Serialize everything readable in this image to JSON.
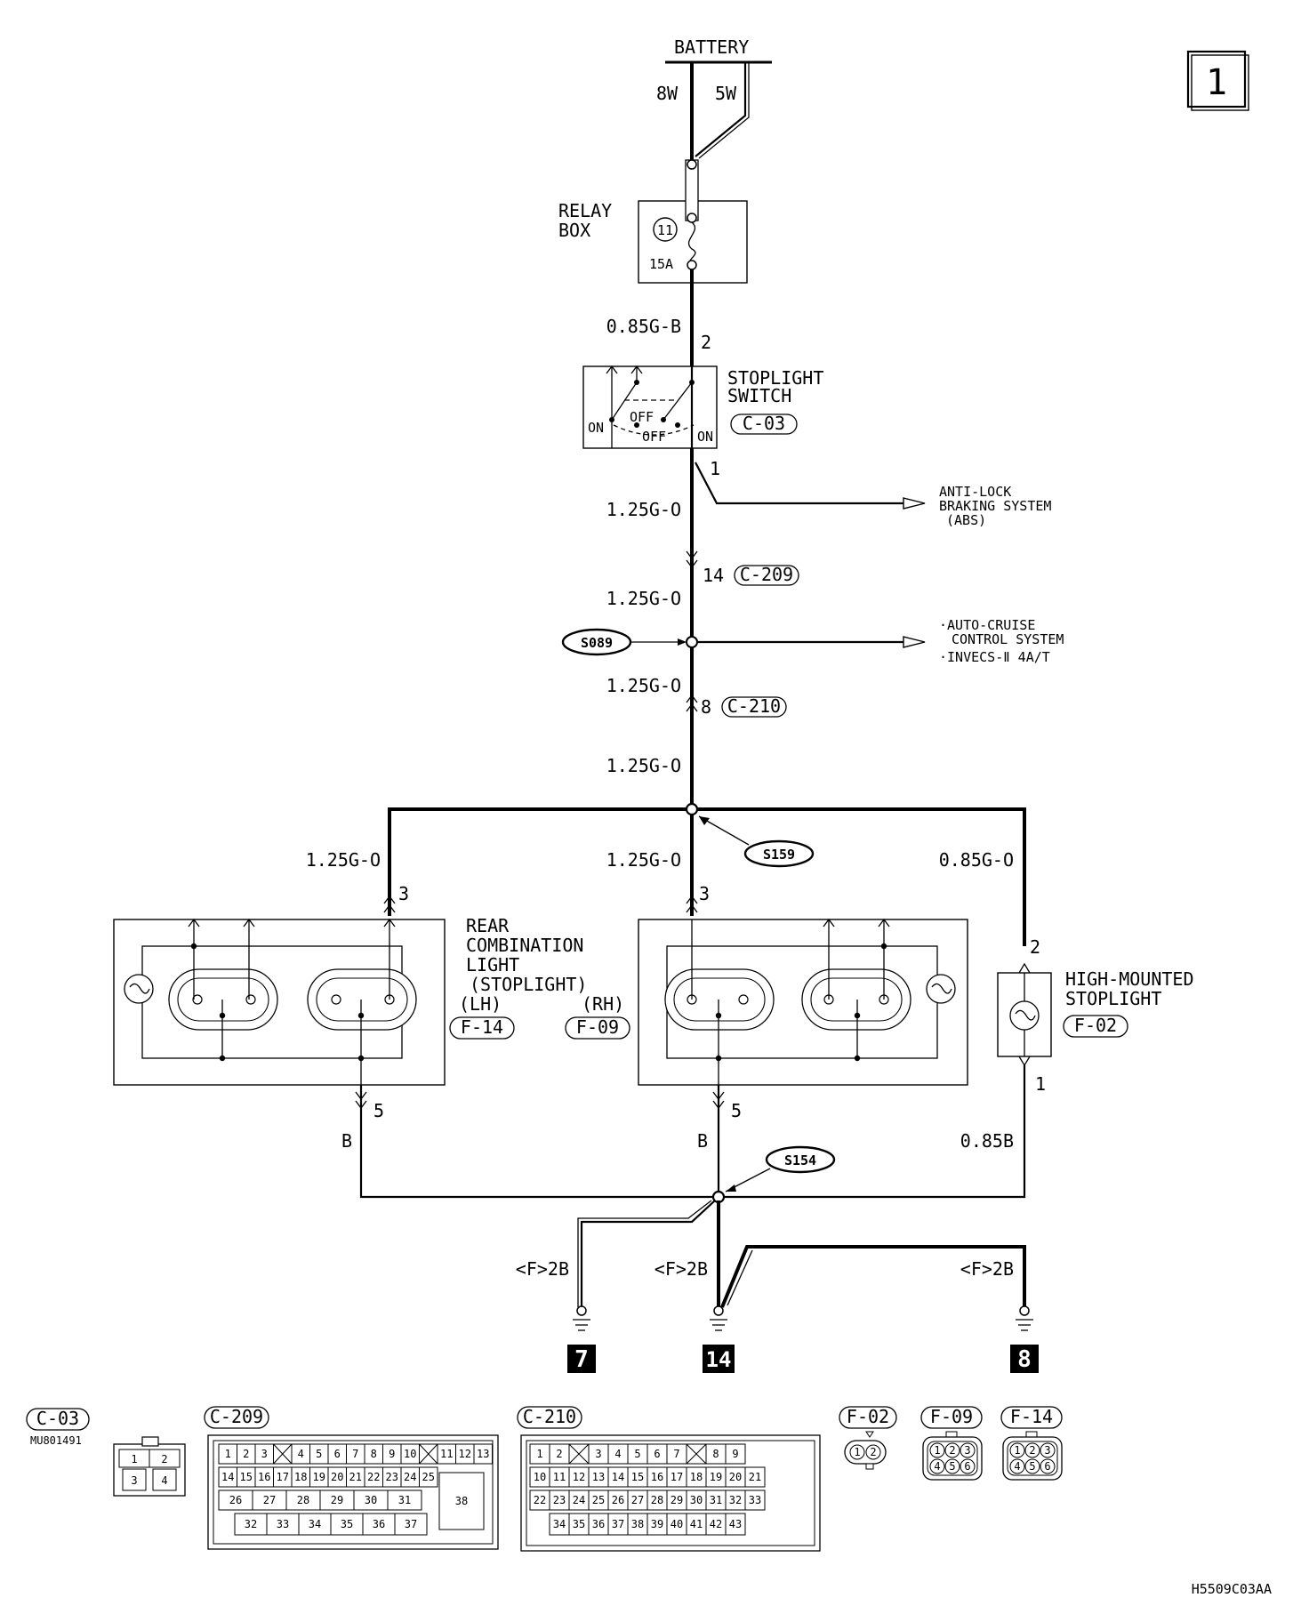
{
  "page_number": "1",
  "diagram_code": "H5509C03AA",
  "battery": {
    "label": "BATTERY",
    "wire_left": "8W",
    "wire_right": "5W"
  },
  "relay_box": {
    "label_line1": "RELAY",
    "label_line2": "BOX",
    "fuse_number": "11",
    "fuse_rating": "15A"
  },
  "stoplight_switch": {
    "label_line1": "STOPLIGHT",
    "label_line2": "SWITCH",
    "connector": "C-03",
    "pin_in": "2",
    "pin_out": "1",
    "state_on_left": "ON",
    "state_off_upper": "OFF",
    "state_off_lower": "OFF",
    "state_on_right": "ON"
  },
  "wires": {
    "fuse_to_switch": "0.85G-B",
    "switch_to_c209": "1.25G-O",
    "c209_to_splice": "1.25G-O",
    "splice_to_c210": "1.25G-O",
    "c210_to_s159": "1.25G-O",
    "to_lh": "1.25G-O",
    "to_rh": "1.25G-O",
    "to_high_mount": "0.85G-O",
    "lh_ground": "B",
    "rh_ground": "B",
    "high_mount_ground": "0.85B",
    "ground_left": "<F>2B",
    "ground_center": "<F>2B",
    "ground_right": "<F>2B"
  },
  "abs_output": {
    "line1": "ANTI-LOCK",
    "line2": "BRAKING SYSTEM",
    "line3": "(ABS)"
  },
  "cruise_output": {
    "line1": "·AUTO-CRUISE",
    "line2": "CONTROL SYSTEM",
    "line3": "·INVECS-Ⅱ 4A/T"
  },
  "connectors": {
    "c209_pin": "14",
    "c209": "C-209",
    "c210_pin": "8",
    "c210": "C-210"
  },
  "splices": {
    "s089": "S089",
    "s159": "S159",
    "s154": "S154"
  },
  "rear_light": {
    "line1": "REAR",
    "line2": "COMBINATION",
    "line3": "LIGHT",
    "line4": "(STOPLIGHT)",
    "lh": "(LH)",
    "rh": "(RH)",
    "lh_connector": "F-14",
    "rh_connector": "F-09",
    "lh_pin_in": "3",
    "lh_pin_out": "5",
    "rh_pin_in": "3",
    "rh_pin_out": "5"
  },
  "high_mount": {
    "line1": "HIGH-MOUNTED",
    "line2": "STOPLIGHT",
    "connector": "F-02",
    "pin_in": "2",
    "pin_out": "1"
  },
  "grounds": {
    "left": "7",
    "center": "14",
    "right": "8"
  },
  "connector_views": {
    "c03": {
      "label": "C-03",
      "part": "MU801491",
      "pins": [
        "1",
        "2",
        "3",
        "4"
      ]
    },
    "c209": {
      "label": "C-209",
      "row1": [
        "1",
        "2",
        "3",
        "",
        "4",
        "5",
        "6",
        "7",
        "8",
        "9",
        "10",
        "",
        "11",
        "12",
        "13"
      ],
      "row2": [
        "14",
        "15",
        "16",
        "17",
        "18",
        "19",
        "20",
        "21",
        "22",
        "23",
        "24",
        "25"
      ],
      "row3": [
        "26",
        "27",
        "28",
        "29",
        "30",
        "31"
      ],
      "row4": [
        "32",
        "33",
        "34",
        "35",
        "36",
        "37"
      ],
      "big": "38"
    },
    "c210": {
      "label": "C-210",
      "row1": [
        "1",
        "2",
        "",
        "3",
        "4",
        "5",
        "6",
        "7",
        "",
        "8",
        "9"
      ],
      "row2": [
        "10",
        "11",
        "12",
        "13",
        "14",
        "15",
        "16",
        "17",
        "18",
        "19",
        "20",
        "21"
      ],
      "row3": [
        "22",
        "23",
        "24",
        "25",
        "26",
        "27",
        "28",
        "29",
        "30",
        "31",
        "32",
        "33"
      ],
      "row4": [
        "34",
        "35",
        "36",
        "37",
        "38",
        "39",
        "40",
        "41",
        "42",
        "43"
      ]
    },
    "f02": {
      "label": "F-02",
      "pins": [
        "1",
        "2"
      ]
    },
    "f09": {
      "label": "F-09",
      "pins": [
        "1",
        "2",
        "3",
        "4",
        "5",
        "6"
      ]
    },
    "f14": {
      "label": "F-14",
      "pins": [
        "1",
        "2",
        "3",
        "4",
        "5",
        "6"
      ]
    }
  },
  "colors": {
    "ink": "#000000",
    "paper": "#ffffff"
  }
}
